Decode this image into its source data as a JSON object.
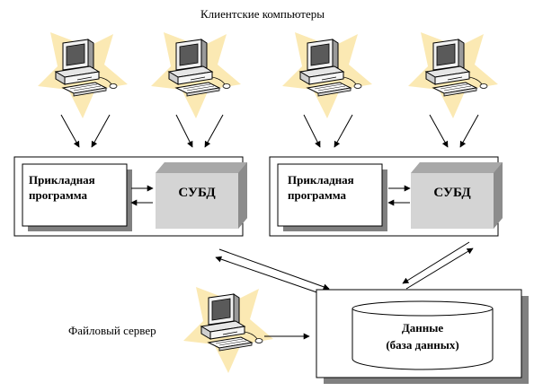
{
  "title": "Клиентские компьютеры",
  "client": {
    "app_line1": "Прикладная",
    "app_line2": "программа",
    "dbms": "СУБД"
  },
  "server_label": "Файловый сервер",
  "database": {
    "line1": "Данные",
    "line2": "(база данных)"
  },
  "colors": {
    "star": "#fbe9b3",
    "dbms_front": "#d4d4d4",
    "dbms_top": "#a8a8a8",
    "dbms_side": "#8f8f8f",
    "shadow": "#808080"
  }
}
